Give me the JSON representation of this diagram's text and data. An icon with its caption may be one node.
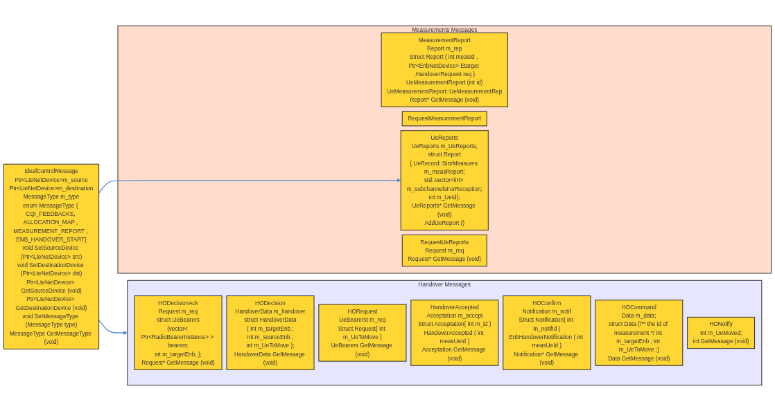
{
  "diagram": {
    "nodes": [
      {
        "text": [
          "Handover Messages"
        ]
      },
      {
        "text": [
          "HODecisionAck",
          "Request m_req",
          "struct UeBearers",
          "{vector< Ptr<RadioBearerInstance> > bearers;",
          "int m_targetEnb; };",
          "Request* GetMessage (void)"
        ],
        "in": 0
      },
      {
        "text": [
          "HODecision",
          "HandoverData m_handover",
          "struct HandoverData",
          "{ int m_targetEnb ;",
          "int m_sourceEnb ;",
          "int m_UeToMove };",
          "HandoverData GetMessage (void)"
        ],
        "in": 0
      },
      {
        "text": [
          "HORequest",
          "UeBearerst m_req",
          "Struct Request{ int m_UeToMove }",
          "UeBearers GetMessage (void)"
        ],
        "in": 0
      },
      {
        "text": [
          "HandoverAccepted",
          "Acceptation m_accept",
          "Struct Acceptation{ int m_id }",
          "HandoverAccepted ( int measUeId )",
          "Acceptation GetMessage (void)"
        ],
        "in": 0
      },
      {
        "text": [
          "HOConfirm",
          "Notification m_notif",
          "Struct Notification{ int m_notifId }",
          "EnbHandoverNotification ( int measUeId )",
          "Notification* GetMessage (void)"
        ],
        "in": 0
      },
      {
        "text": [
          "HOCommand",
          "Data m_data;",
          "struct Data {/** the id of measurement */ int m_targetEnb ; int m_UeToMove ;}",
          "Data GetMessage (void)"
        ],
        "in": 0
      },
      {
        "text": [
          "HONotify",
          "Int m_UeMoved;",
          "int GetMessage (void)"
        ],
        "in": 0
      },
      {
        "text": [
          "IdealControlMessage",
          "Ptr<LteNetDevice>m_source",
          "Ptr<LteNetDevice>m_destination",
          "MessageType m_type",
          "enum MessageType { CQI_FEEDBACKS, ALLOCATION_MAP , MEASUREMENT_REPORT , ENB_HANDOVER_START}",
          "void SetSourceDevice (Ptr<LteNetDevice> src)",
          "void SetDestinationDevice (Ptr<LteNetDevice> dst)",
          "Ptr<LteNetDevice> GetSourceDevice (void)",
          "Ptr<LteNetDevice> GetDestinationDevice (void)",
          "void SetMessageType (MessageType type)",
          "MessageType GetMessageType (void)"
        ]
      },
      {
        "text": [
          "Measurements Messages"
        ]
      },
      {
        "text": [
          "MeasurementReport",
          "Report m_rep",
          "Struct Report { int measId , Ptr<EnbNetDevice> Etarget ,HandoverRequest req }",
          "UeMeasurementReport (int id)",
          "UeMeasurementReport::UeMeasurementRep",
          "Report* GetMessage (void)"
        ],
        "in": 9
      },
      {
        "text": [
          "RequestMeasurementReport"
        ],
        "in": 9
      },
      {
        "text": [
          "UeReports",
          "UeReports m_UeReports;",
          "struct Report",
          "{ UeRecord::SinrMeasures m_measReport;",
          "std::vector<int> m_subchannelsForReception;",
          "int m_UeId};",
          "UeReports* GetMessage (void)",
          "AddUeReport ()"
        ],
        "in": 9
      },
      {
        "text": [
          "RequestUeReports",
          "Request m_req",
          "Request* GetMessage (void)"
        ],
        "in": 9
      }
    ],
    "edges": [
      {
        "from": 8,
        "to": 0,
        "arrow": "to"
      },
      {
        "from": 8,
        "to": 12,
        "arrow": "to"
      }
    ]
  }
}
